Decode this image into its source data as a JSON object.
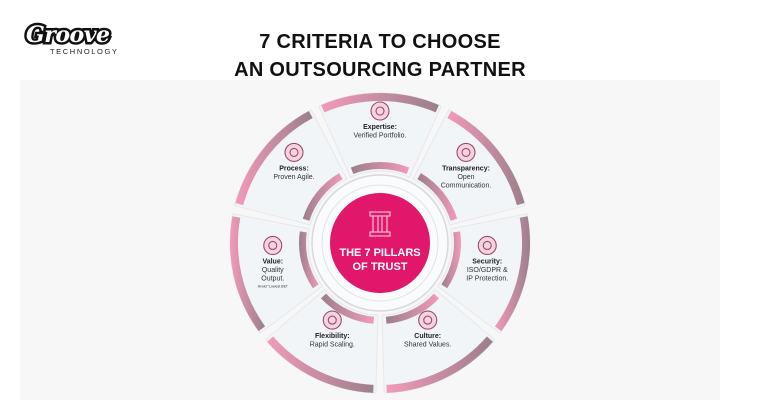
{
  "logo": {
    "main": "Groove",
    "sub": "TECHNOLOGY"
  },
  "title": {
    "line1": "7 CRITERIA TO CHOOSE",
    "line2": "AN OUTSOURCING PARTNER"
  },
  "center": {
    "line1": "THE 7 PILLARS",
    "line2": "OF TRUST",
    "icon": "pillars-icon"
  },
  "colors": {
    "accent": "#e0176a",
    "segment_fill": "#f2f5f8",
    "band_light": "#f29ab9",
    "band_dark": "#9c7f8b"
  },
  "pillars": [
    {
      "title": "Expertise:",
      "lines": [
        "Verified Portfolio."
      ],
      "icon": "code-gear-icon"
    },
    {
      "title": "Transparency:",
      "lines": [
        "Open",
        "Communication."
      ],
      "icon": "chat-bubbles-icon"
    },
    {
      "title": "Security:",
      "lines": [
        "ISO/GDPR &",
        "IP Protection."
      ],
      "icon": "shield-lock-icon"
    },
    {
      "title": "Culture:",
      "lines": [
        "Shared Values."
      ],
      "icon": "globe-people-icon"
    },
    {
      "title": "Flexibility:",
      "lines": [
        "Rapid Scaling."
      ],
      "icon": "scaling-people-icon"
    },
    {
      "title": "Value:",
      "lines": [
        "Quality",
        "Output."
      ],
      "note": "Avoid \"Lowest Bid\"",
      "icon": "diamond-check-icon"
    },
    {
      "title": "Process:",
      "lines": [
        "Proven Agile."
      ],
      "icon": "agile-cycle-icon"
    }
  ]
}
